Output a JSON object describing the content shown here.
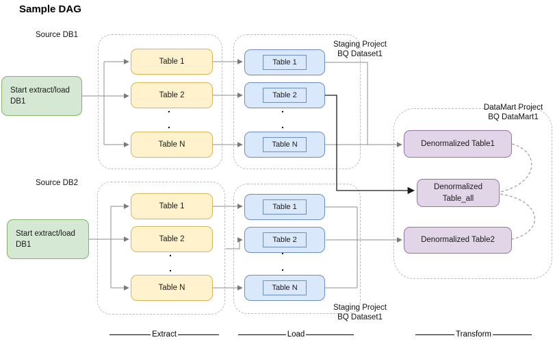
{
  "title": "Sample DAG",
  "dot": ".",
  "source1": {
    "label": "Source DB1",
    "start_node": "Start extract/load\nDB1",
    "extract_tables": [
      "Table 1",
      "Table 2",
      "Table N"
    ],
    "load_tables": [
      "Table 1",
      "Table 2",
      "Table N"
    ],
    "staging_label": "Staging Project\nBQ Dataset1"
  },
  "source2": {
    "label": "Source DB2",
    "start_node": "Start extract/load\nDB1",
    "extract_tables": [
      "Table 1",
      "Table 2",
      "Table N"
    ],
    "load_tables": [
      "Table 1",
      "Table 2",
      "Table N"
    ],
    "staging_label": "Staging Project\nBQ Dataset1"
  },
  "datamart": {
    "label": "DataMart Project\nBQ DataMart1",
    "table1": "Denormalized Table1",
    "table_all": "Denormalized\nTable_all",
    "table2": "Denormalized Table2"
  },
  "stage_labels": {
    "extract": "Extract",
    "load": "Load",
    "transform": "Transform"
  },
  "colors": {
    "start_fill": "#d5e8d4",
    "start_stroke": "#82b366",
    "extract_fill": "#fff2cc",
    "extract_stroke": "#d6b656",
    "load_fill": "#dae8fc",
    "load_stroke": "#6c8ebf",
    "datamart_fill": "#e1d5e7",
    "datamart_stroke": "#9673a6",
    "group_stroke": "#bcbcbc",
    "connector": "#8c8c8c",
    "connector_emphasis": "#1a1a1a"
  }
}
